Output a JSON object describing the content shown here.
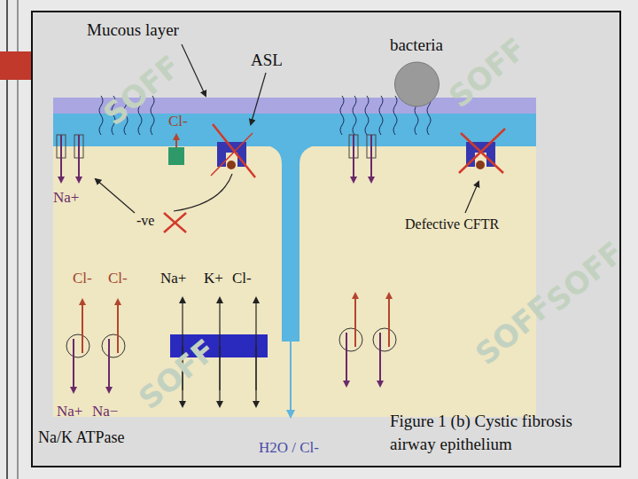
{
  "diagram": {
    "caption": "Figure 1 (b) Cystic fibrosis airway epithelium",
    "nodes": [
      {
        "text": [
          "bacteria"
        ]
      }
    ],
    "labels": [
      "Mucous layer",
      "ASL",
      "Cl-",
      "Na+",
      "-ve",
      "Defective CFTR",
      "Cl-",
      "Cl-",
      "Na+",
      "K+",
      "Cl-",
      "Na+",
      "Na−",
      "Na/K ATPase",
      "H2O / Cl-",
      "SOFF",
      "SOFF",
      "SOFF",
      "SOFF",
      "SOFF"
    ]
  }
}
